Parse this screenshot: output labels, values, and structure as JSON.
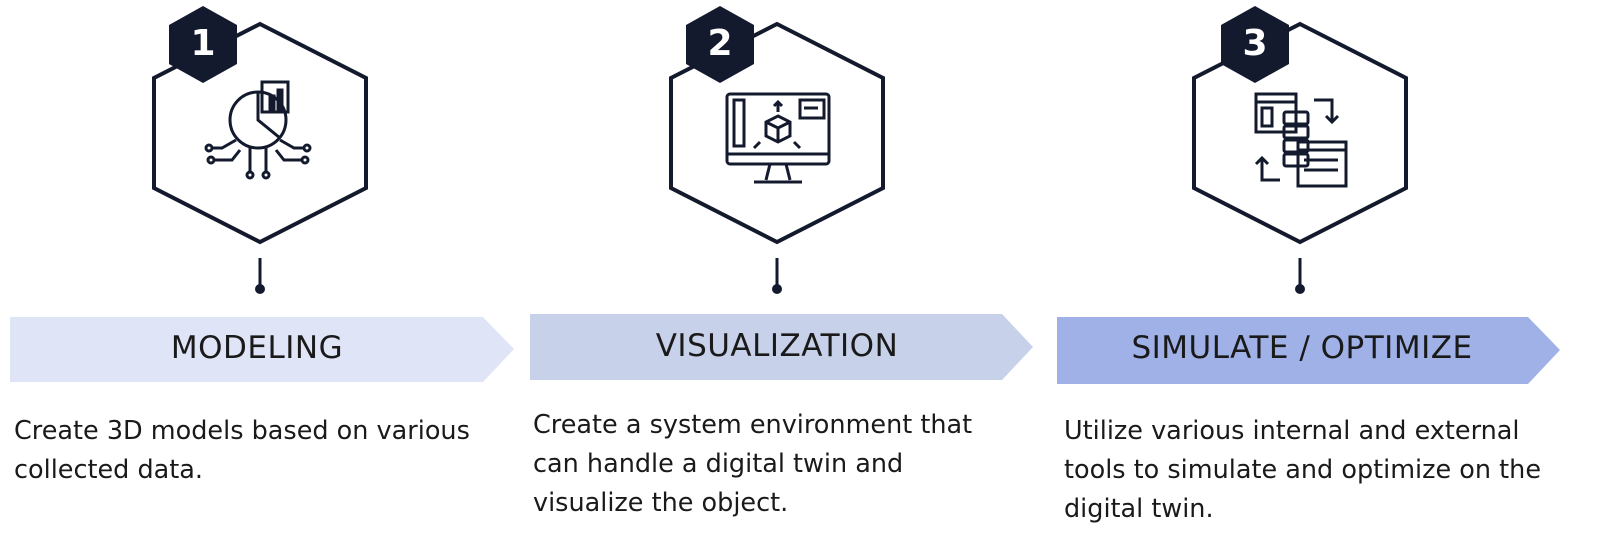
{
  "steps": [
    {
      "number": "1",
      "title": "MODELING",
      "description": "Create 3D models based on various collected data.",
      "icon": "data-analytics-icon",
      "arrow_color": "#dfe5f7"
    },
    {
      "number": "2",
      "title": "VISUALIZATION",
      "description": "Create a system environment that can handle a digital twin and visualize the object.",
      "icon": "monitor-3d-cube-icon",
      "arrow_color": "#c7d1ea"
    },
    {
      "number": "3",
      "title": "SIMULATE / OPTIMIZE",
      "description": "Utilize various internal and external tools to simulate and optimize on the digital twin.",
      "icon": "data-sync-icon",
      "arrow_color": "#9fb1e6"
    }
  ],
  "colors": {
    "outline": "#141a2e",
    "badge": "#141a2e"
  }
}
